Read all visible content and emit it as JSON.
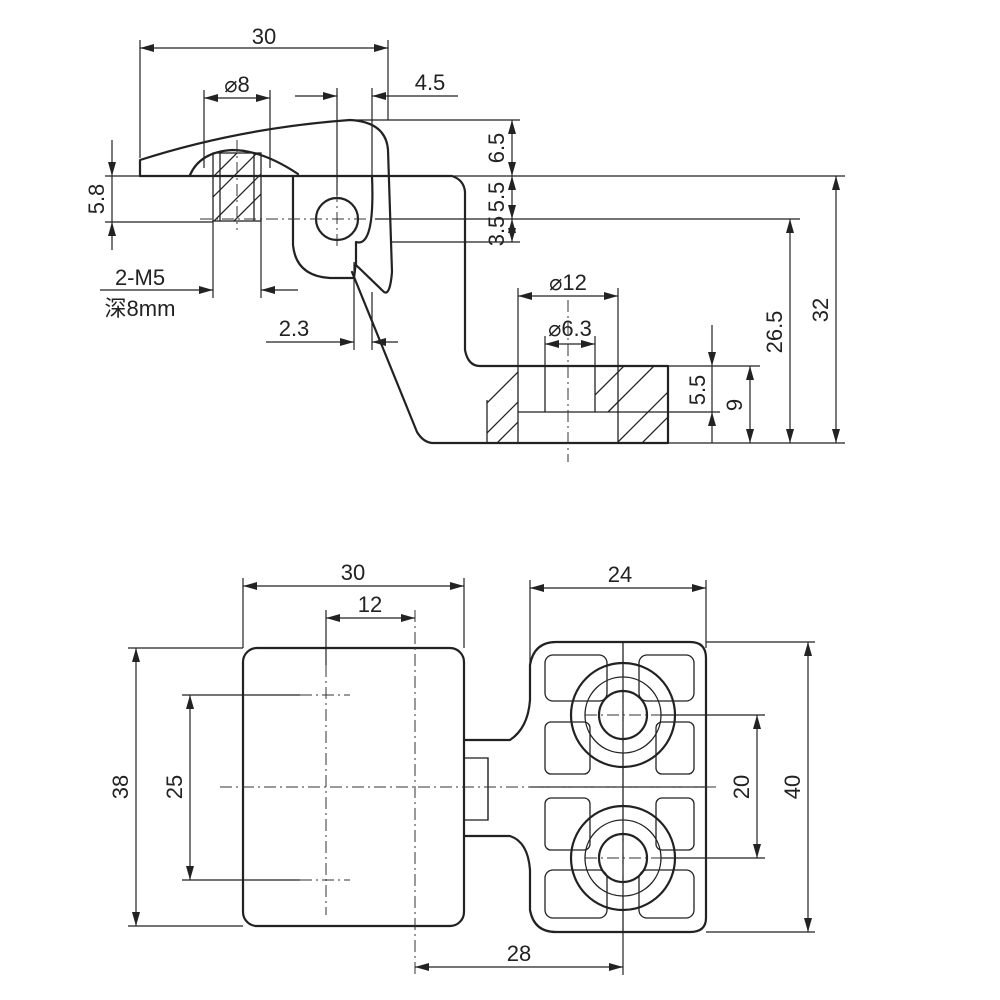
{
  "top_view": {
    "dims": {
      "width_30": "30",
      "dia_8": "⌀8",
      "offset_4_5": "4.5",
      "h_6_5": "6.5",
      "h_5_5": "5.5",
      "h_3_5": "3.5",
      "h_5_8": "5.8",
      "thread": "2-M5",
      "depth": "深8mm",
      "gap_2_3": "2.3",
      "dia_12": "⌀12",
      "dia_6_3": "⌀6.3",
      "h_5_5b": "5.5",
      "h_9": "9",
      "h_26_5": "26.5",
      "h_32": "32"
    }
  },
  "bottom_view": {
    "dims": {
      "width_30": "30",
      "spacing_12": "12",
      "width_24": "24",
      "height_38": "38",
      "spacing_25": "25",
      "spacing_20": "20",
      "height_40": "40",
      "offset_28": "28"
    }
  }
}
